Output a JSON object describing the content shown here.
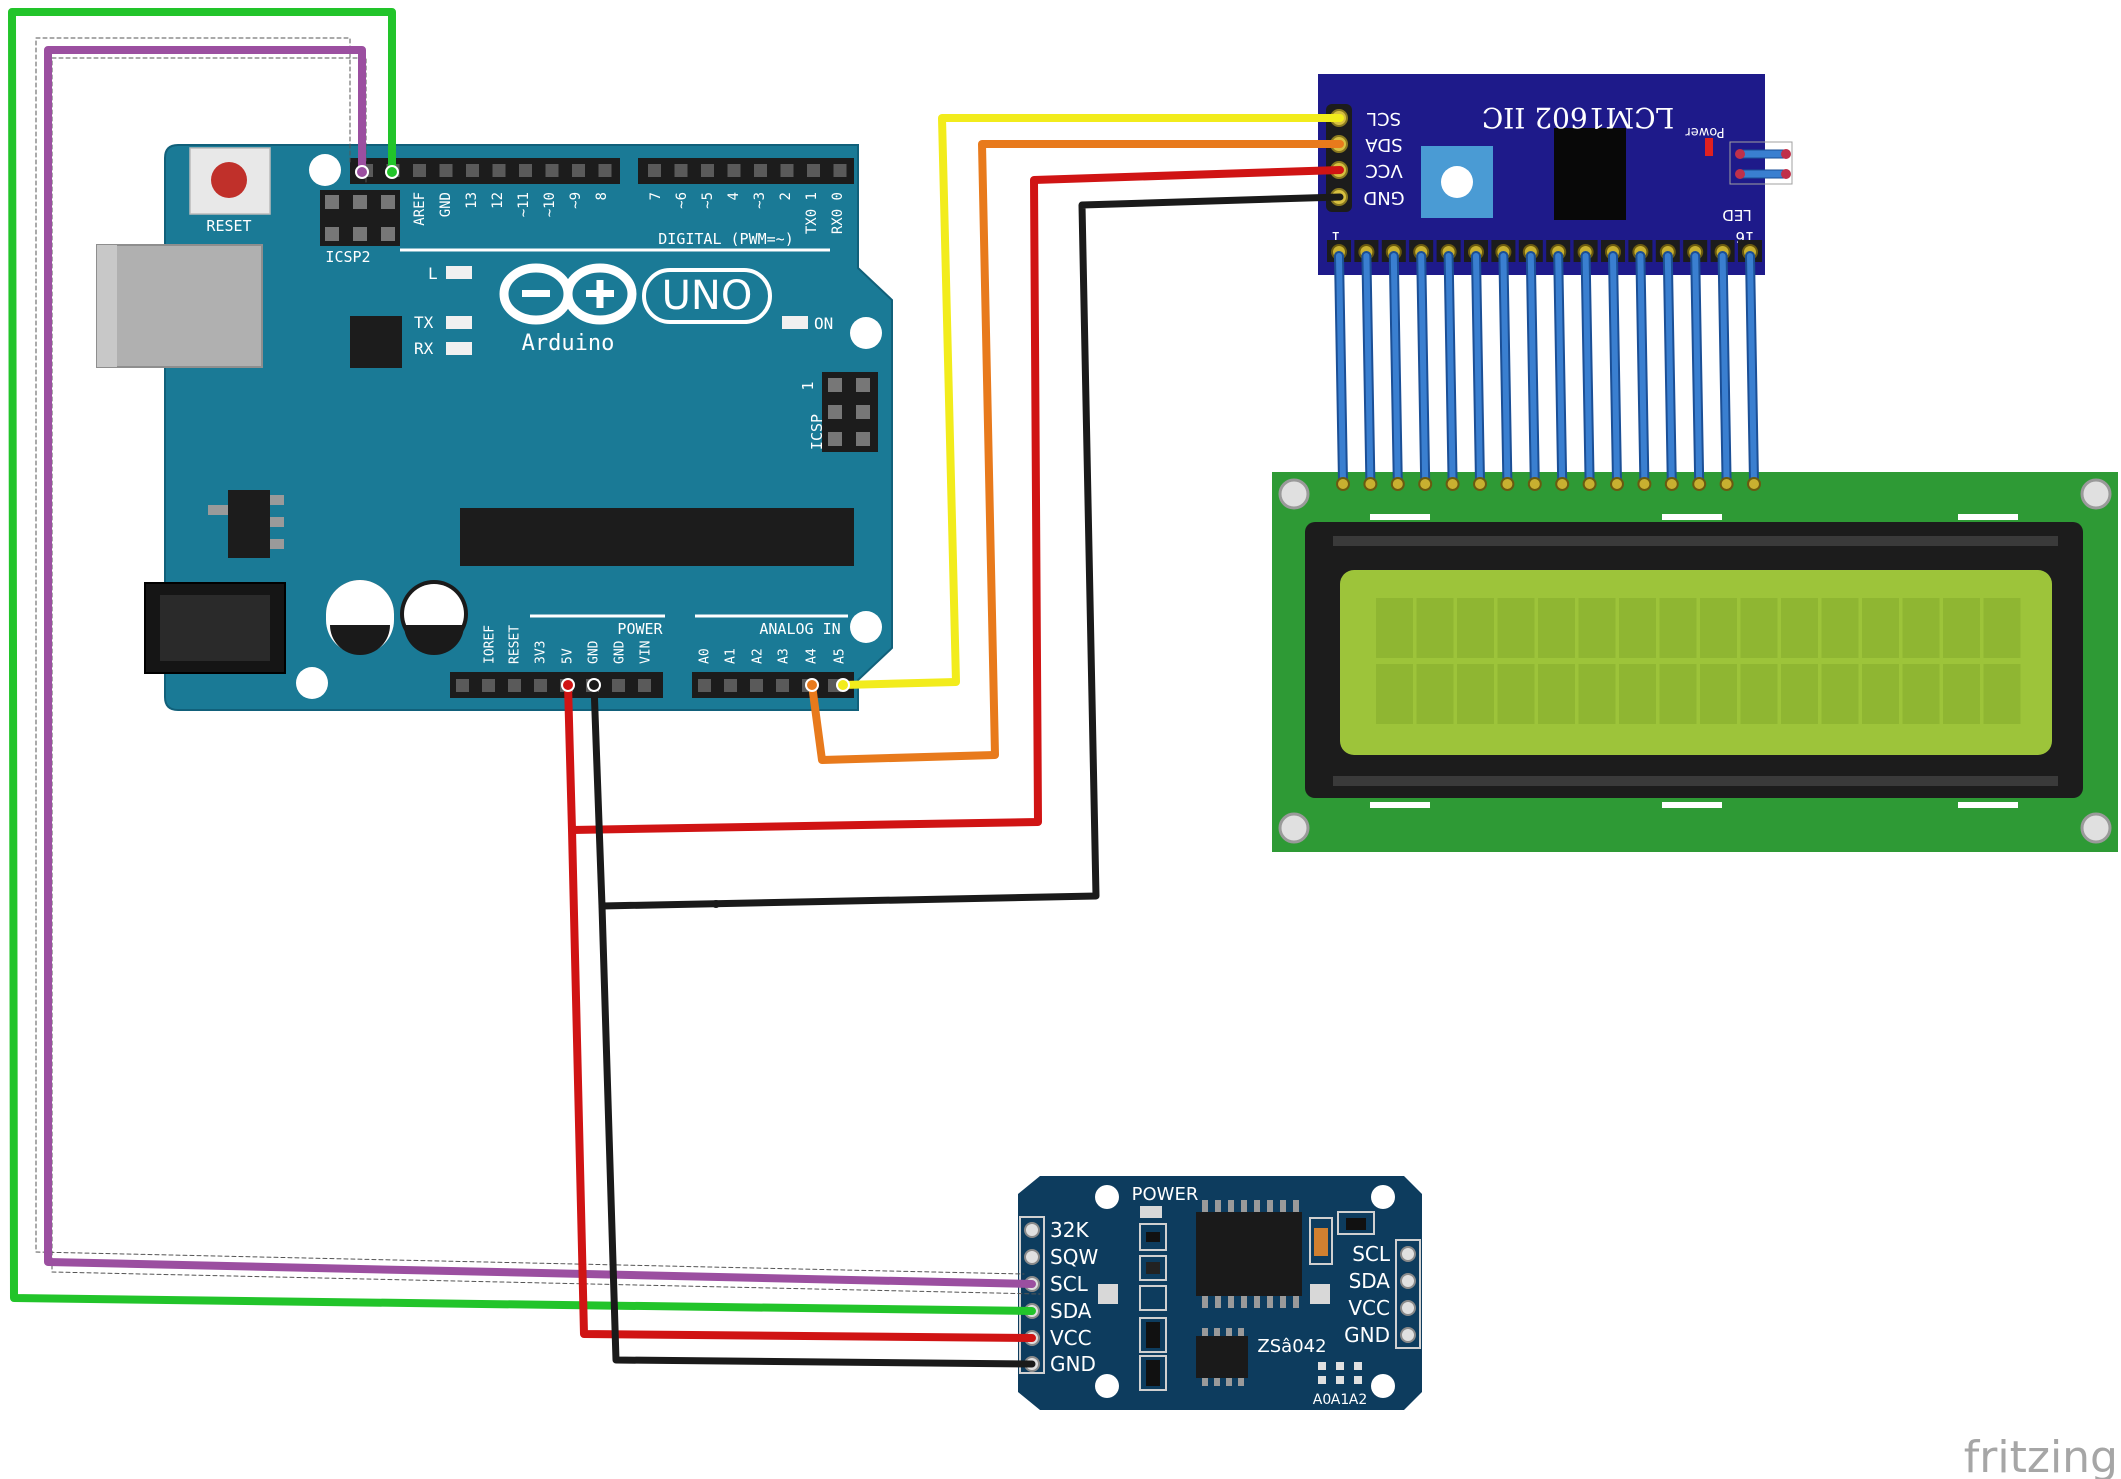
{
  "arduino": {
    "reset_label": "RESET",
    "icsp2_label": "ICSP2",
    "icsp_label": "ICSP",
    "icsp_pin1": "1",
    "brand": "Arduino",
    "model": "UNO",
    "l_label": "L",
    "tx_label": "TX",
    "rx_label": "RX",
    "on_label": "ON",
    "digital_label": "DIGITAL (PWM=~)",
    "power_label": "POWER",
    "analog_label": "ANALOG IN",
    "digital_pins": [
      "AREF",
      "GND",
      "13",
      "12",
      "~11",
      "~10",
      "~9",
      "8",
      "7",
      "~6",
      "~5",
      "4",
      "~3",
      "2",
      "TX0 1",
      "RX0 0"
    ],
    "power_pins": [
      "IOREF",
      "RESET",
      "3V3",
      "5V",
      "GND",
      "GND",
      "VIN"
    ],
    "analog_pins": [
      "A0",
      "A1",
      "A2",
      "A3",
      "A4",
      "A5"
    ]
  },
  "i2c_module": {
    "title": "LCM1602 IIC",
    "power_label": "Power",
    "pins": [
      "SCL",
      "SDA",
      "VCC",
      "GND"
    ],
    "led_label": "LED",
    "pin_first": "1",
    "pin_last": "16"
  },
  "rtc": {
    "power_label": "POWER",
    "left_pins": [
      "32K",
      "SQW",
      "SCL",
      "SDA",
      "VCC",
      "GND"
    ],
    "right_pins": [
      "SCL",
      "SDA",
      "VCC",
      "GND"
    ],
    "chip_label": "ZSâ042",
    "addr_labels": [
      "A0",
      "A1",
      "A2"
    ]
  },
  "watermark": "fritzing",
  "colors": {
    "arduino_board": "#1a7a96",
    "i2c_board": "#1e1a8a",
    "lcd_pcb": "#2e9a35",
    "lcd_screen": "#9dc43a",
    "rtc_board": "#0d3c5e",
    "wire_scl_lcd": "#f2ec1c",
    "wire_sda_lcd": "#e87a1c",
    "wire_vcc": "#d01414",
    "wire_gnd": "#1a1a1a",
    "wire_scl_rtc": "#9b4fa0",
    "wire_sda_rtc": "#22c42a",
    "wire_lcd_bus": "#3a7fd0"
  }
}
